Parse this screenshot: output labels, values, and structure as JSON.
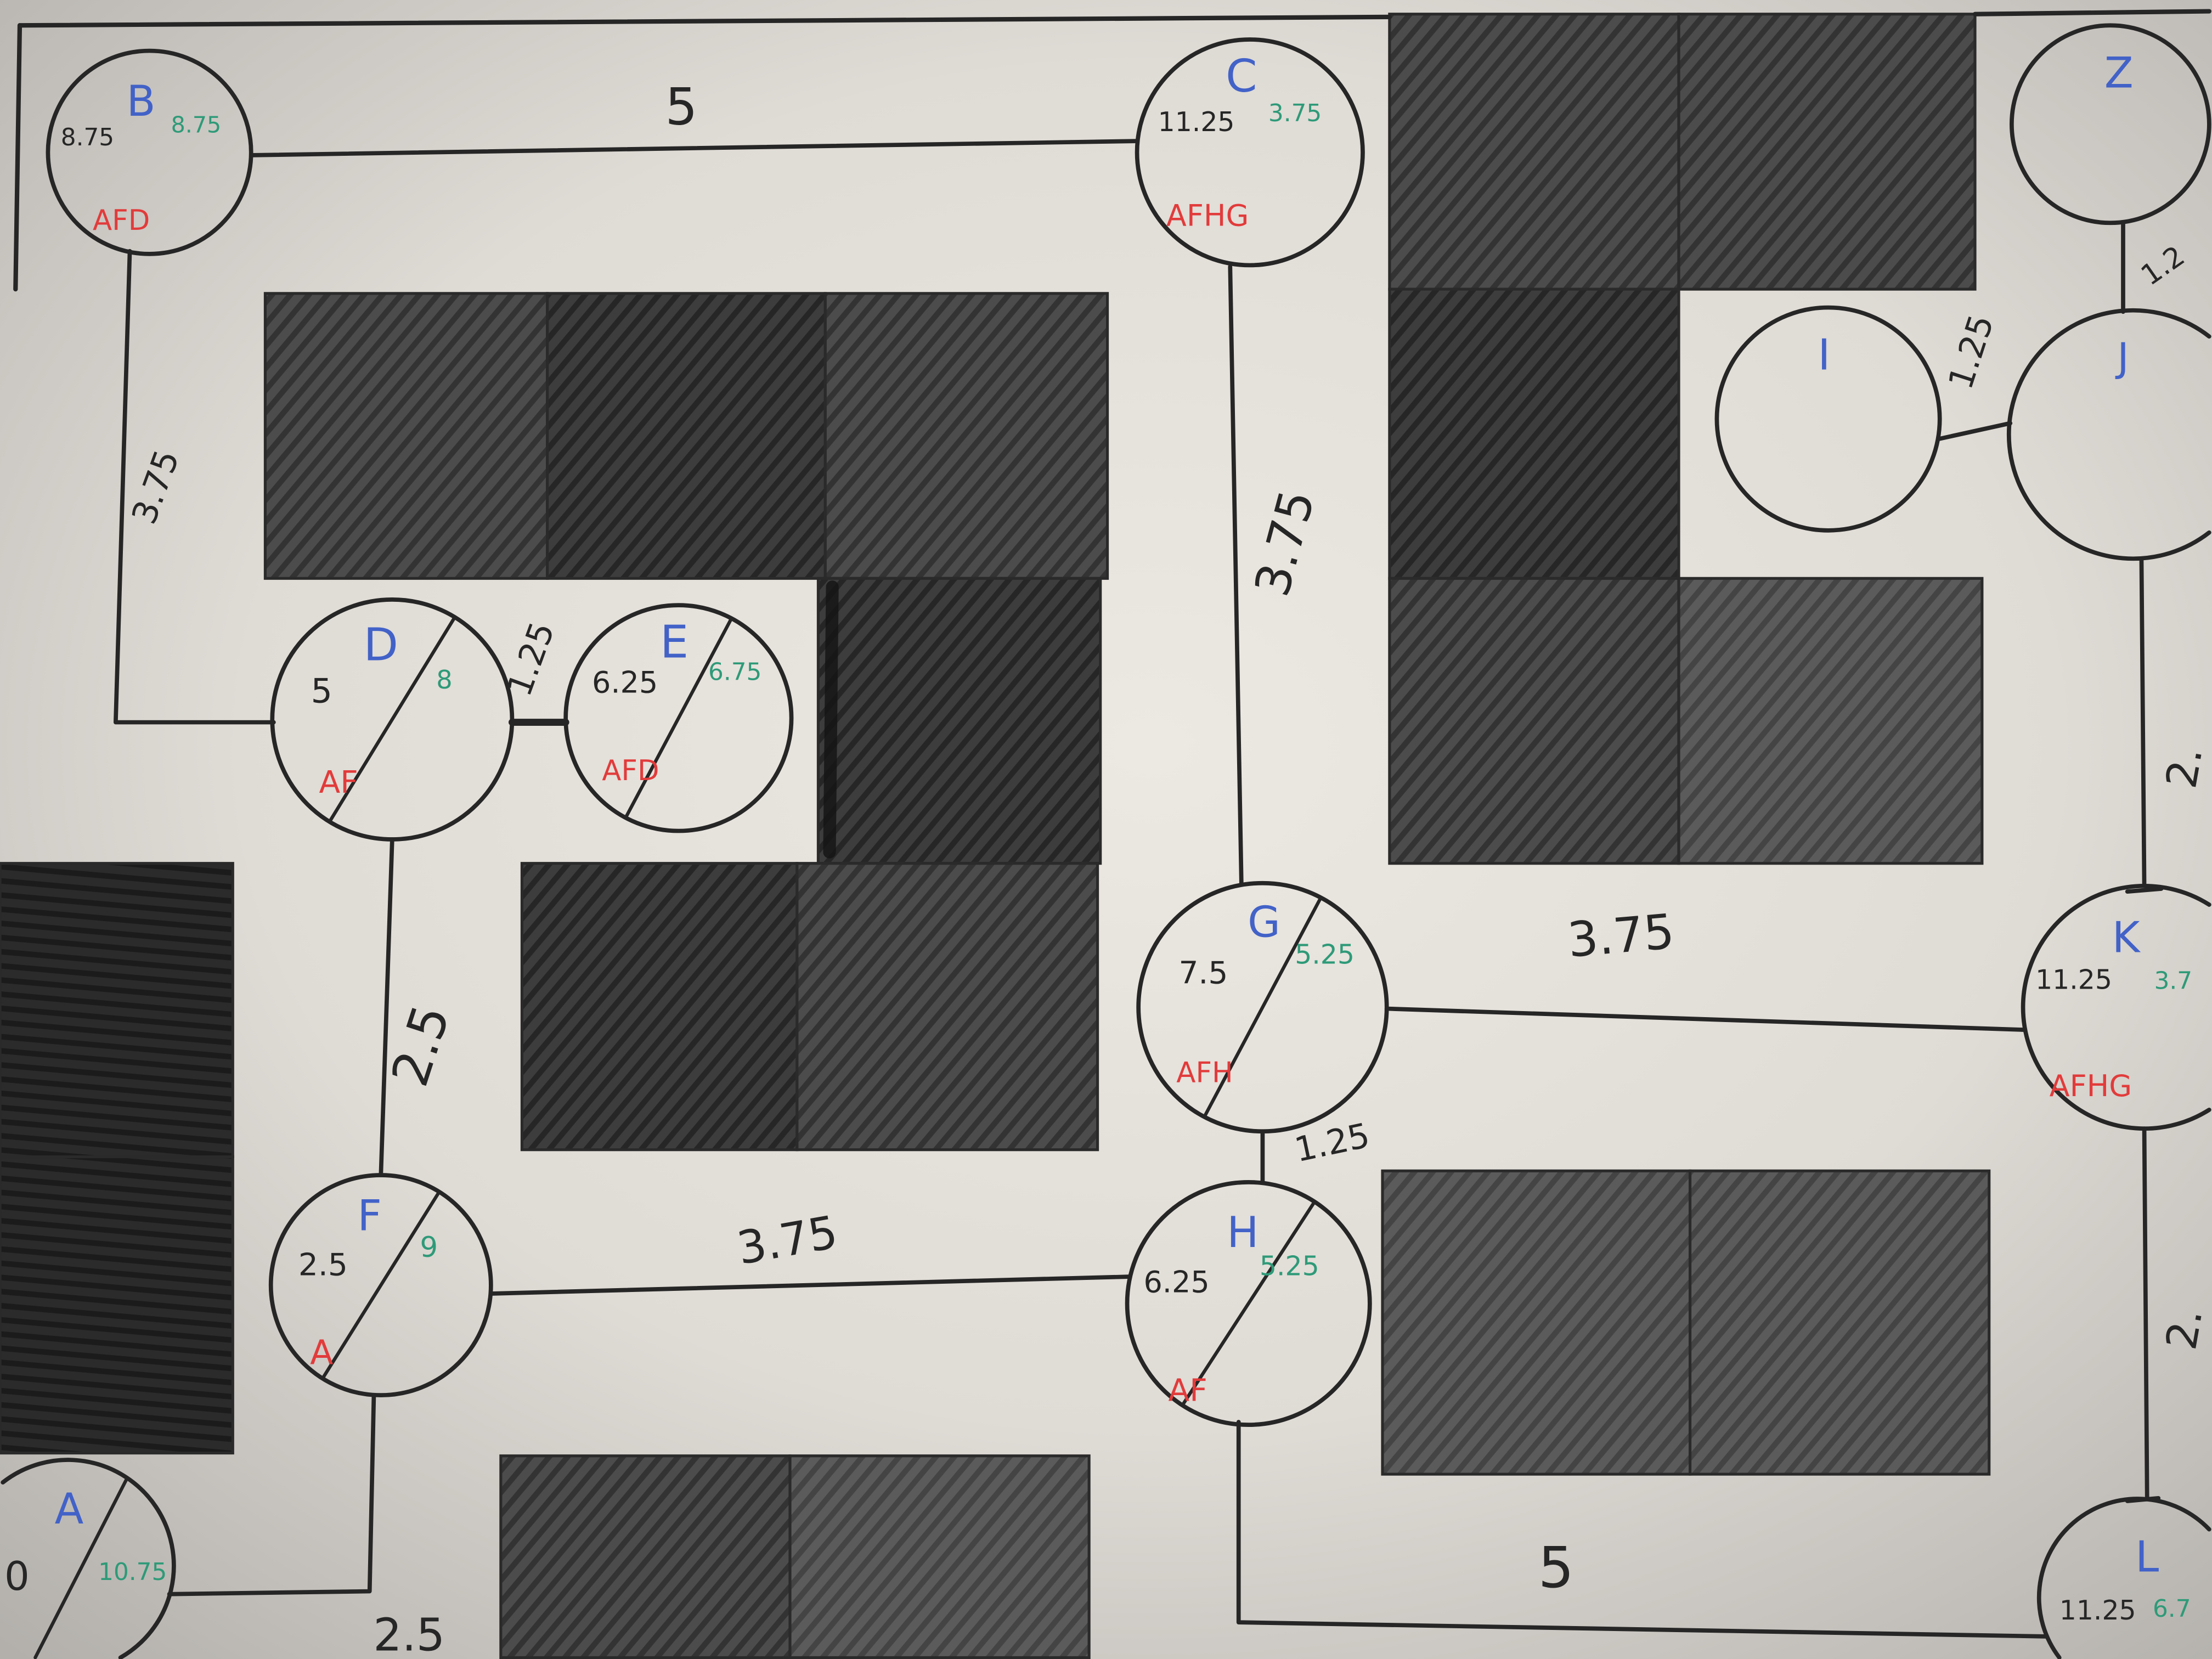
{
  "nodes": {
    "A": {
      "label": "A",
      "g": "0",
      "h": "10.75"
    },
    "B": {
      "label": "B",
      "g": "8.75",
      "h": "8.75",
      "path": "AFD"
    },
    "C": {
      "label": "C",
      "g": "11.25",
      "h": "3.75",
      "path": "AFHG"
    },
    "D": {
      "label": "D",
      "g": "5",
      "h": "8",
      "path": "AF"
    },
    "E": {
      "label": "E",
      "g": "6.25",
      "h": "6.75",
      "path": "AFD"
    },
    "F": {
      "label": "F",
      "g": "2.5",
      "h": "9",
      "path": "A"
    },
    "G": {
      "label": "G",
      "g": "7.5",
      "h": "5.25",
      "path": "AFH"
    },
    "H": {
      "label": "H",
      "g": "6.25",
      "h": "5.25",
      "path": "AF"
    },
    "I": {
      "label": "I"
    },
    "J": {
      "label": "J"
    },
    "K": {
      "label": "K",
      "g": "11.25",
      "h": "3.7",
      "path": "AFHG"
    },
    "L": {
      "label": "L",
      "g": "11.25",
      "h": "6.7"
    },
    "Z": {
      "label": "Z"
    }
  },
  "edge_weights": {
    "B-C": "5",
    "B-D": "3.75",
    "C-G": "3.75",
    "D-E": "1.25",
    "D-F": "2.5",
    "F-H": "3.75",
    "F-A": "2.5",
    "G-K": "3.75",
    "G-H": "1.25",
    "H-L": "5",
    "I-J": "1.25",
    "Z-J": "1.2",
    "J-K": "2.",
    "K-L": "2."
  },
  "colors": {
    "ink": "#262626",
    "node_label": "#4262c8",
    "g_cost": "#262626",
    "h_cost": "#2e9a78",
    "path": "#e23b3b"
  }
}
